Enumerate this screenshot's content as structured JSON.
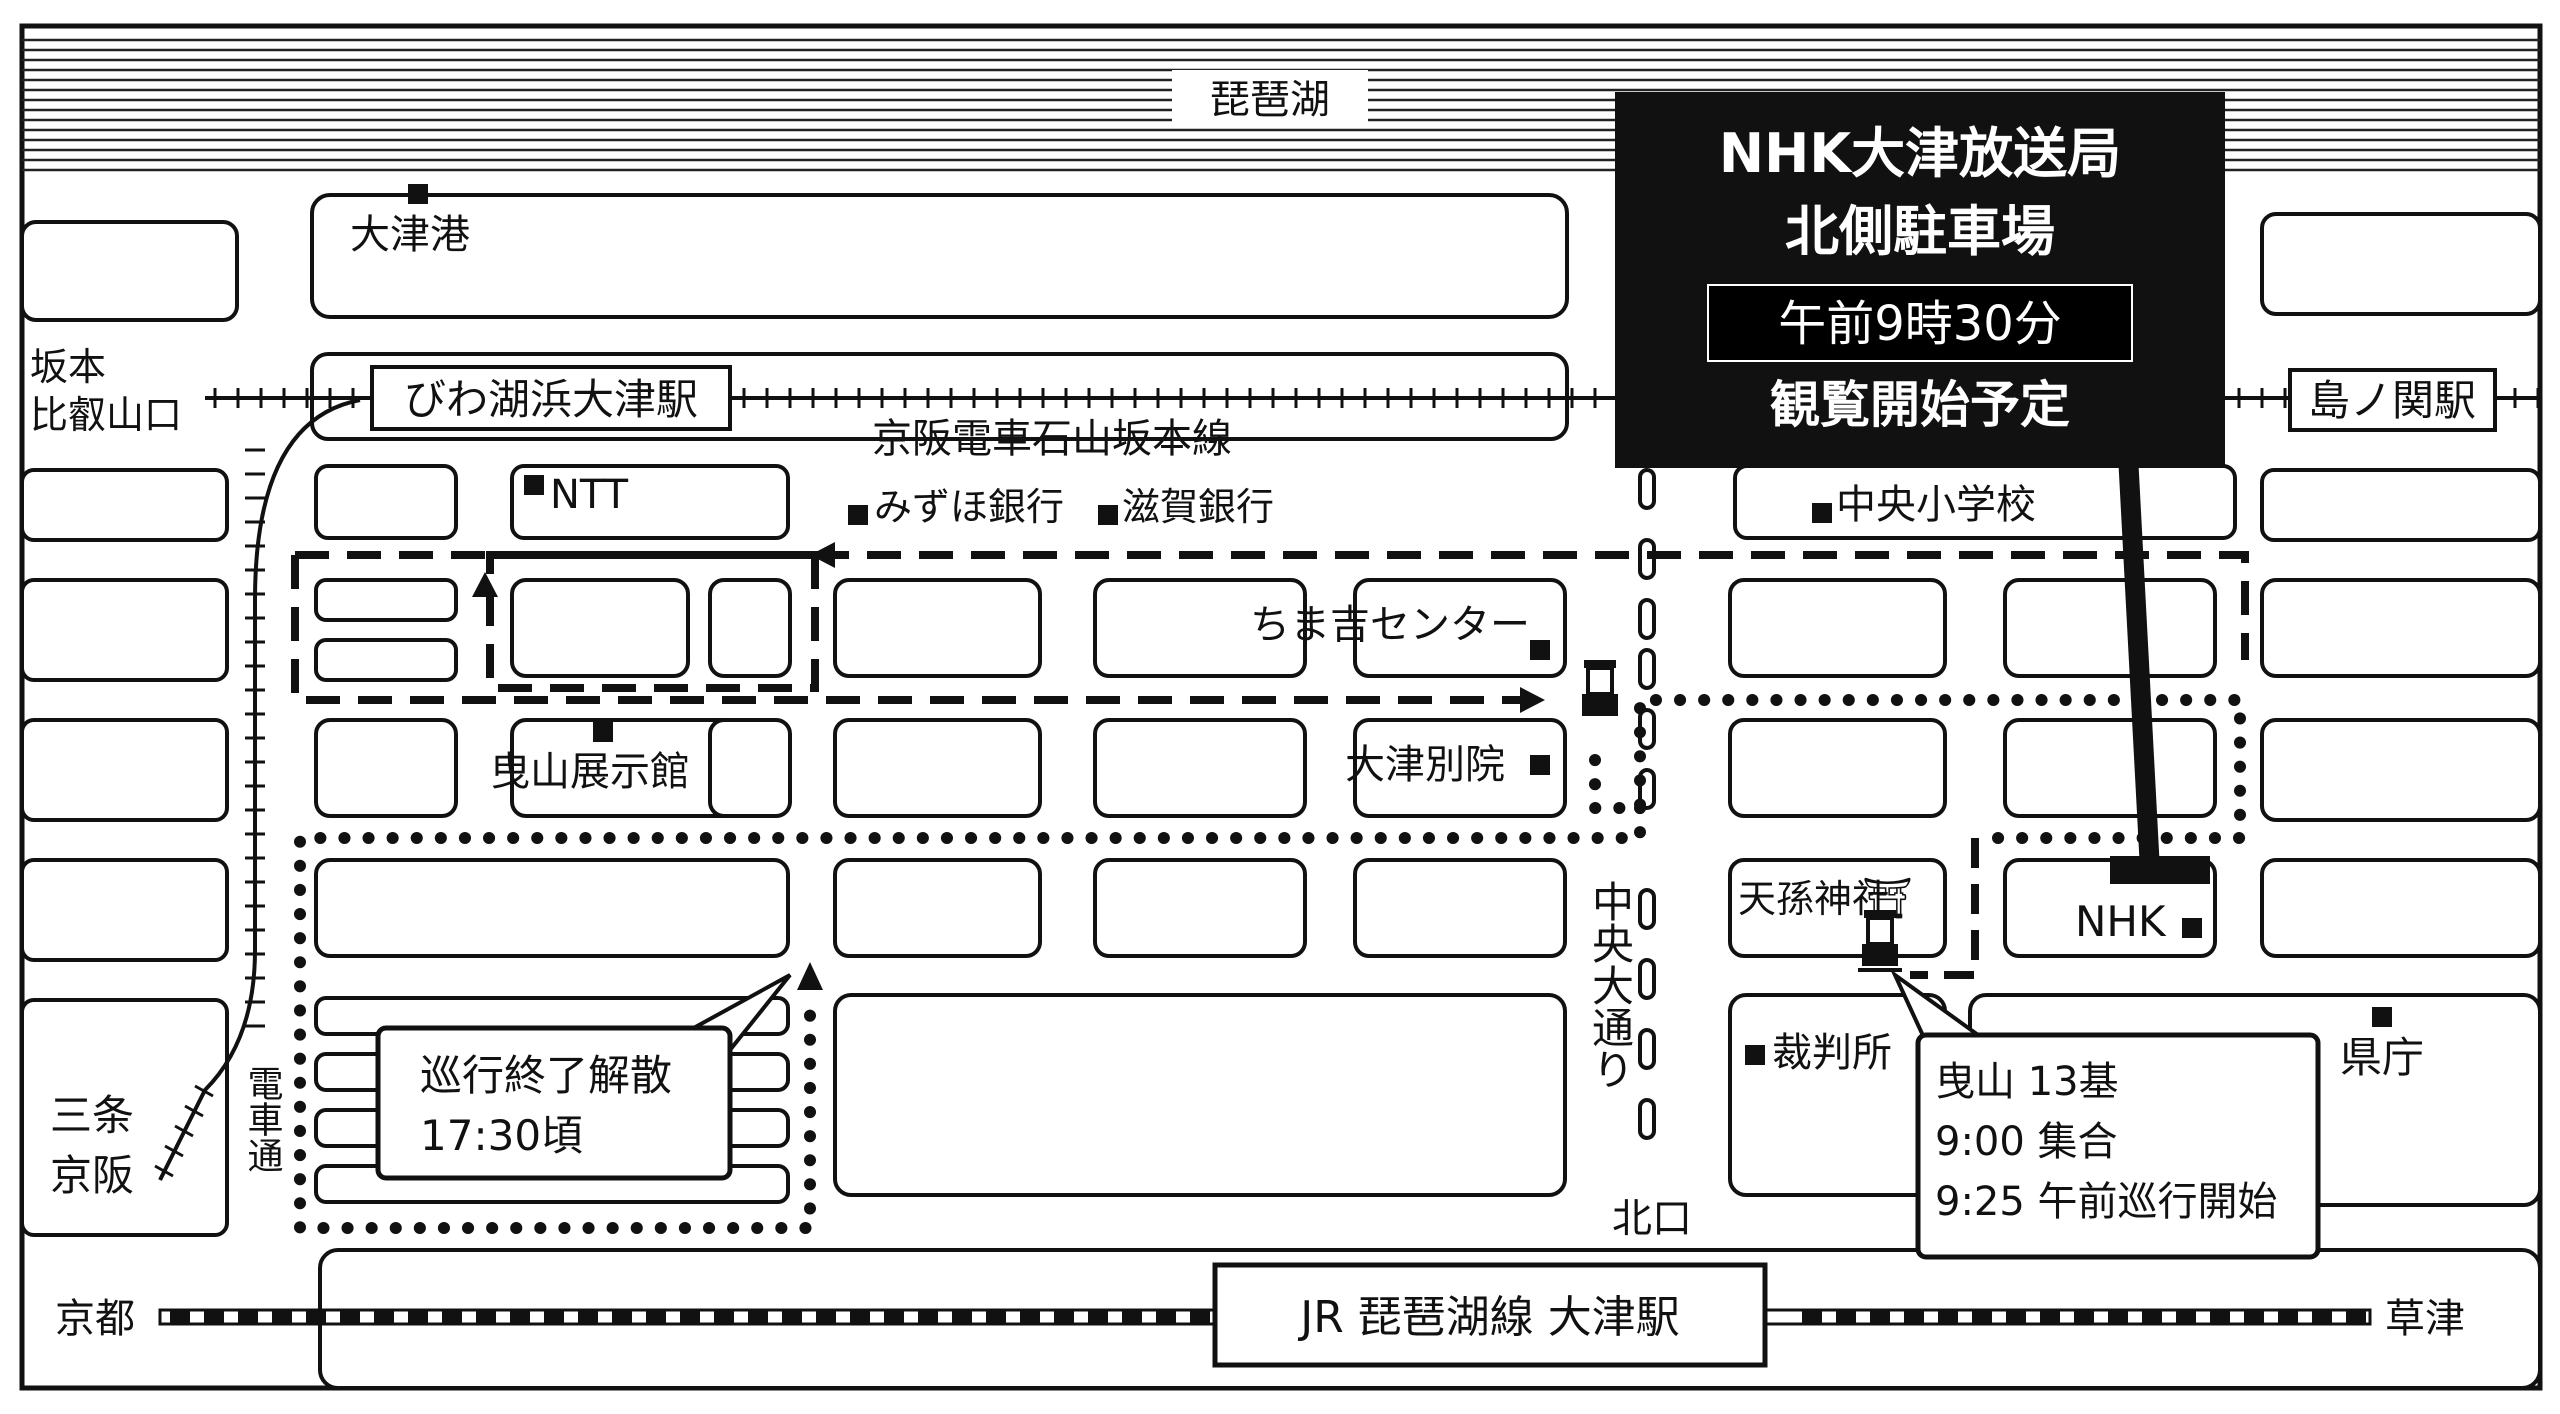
{
  "lake": "琵琶湖",
  "stations": {
    "biwako_hama_otsu": "びわ湖浜大津駅",
    "shima_no_seki": "島ノ関駅",
    "jr": "JR 琵琶湖線 大津駅"
  },
  "directions": {
    "sakamoto_line1": "坂本",
    "sakamoto_line2": "比叡山口",
    "sanjo_line1": "三条",
    "sanjo_line2": "京阪",
    "kyoto": "京都",
    "kusatsu": "草津"
  },
  "lines": {
    "keihan": "京阪電車石山坂本線",
    "densha_dori": "電車通",
    "chuo_odori": "中央大通り"
  },
  "places": {
    "otsu_port": "大津港",
    "ntt": "NTT",
    "mizuho": "みずほ銀行",
    "shiga_bank": "滋賀銀行",
    "chuo_elementary": "中央小学校",
    "chimakichi": "ちま吉センター",
    "hikiyama_hall": "曳山展示館",
    "otsu_betsuin": "大津別院",
    "tenson_shrine": "天孫神社",
    "shrine_mark": "⛩",
    "nhk": "NHK",
    "court": "裁判所",
    "prefecture": "県庁",
    "kitaguchi": "北口"
  },
  "callout_nhk": {
    "line1": "NHK大津放送局",
    "line2": "北側駐車場",
    "time": "午前9時30分",
    "line4": "観覧開始予定"
  },
  "callout_end": {
    "line1": "巡行終了解散",
    "line2": "17:30頃"
  },
  "callout_start": {
    "line1": "曳山 13基",
    "line2": "9:00 集合",
    "line3": "9:25 午前巡行開始"
  },
  "colors": {
    "ink": "#111111",
    "paper": "#ffffff",
    "lake_lines": "#222222"
  },
  "icons": [
    "float-icon",
    "marker-square-icon",
    "arrow-icon",
    "torii-icon"
  ]
}
